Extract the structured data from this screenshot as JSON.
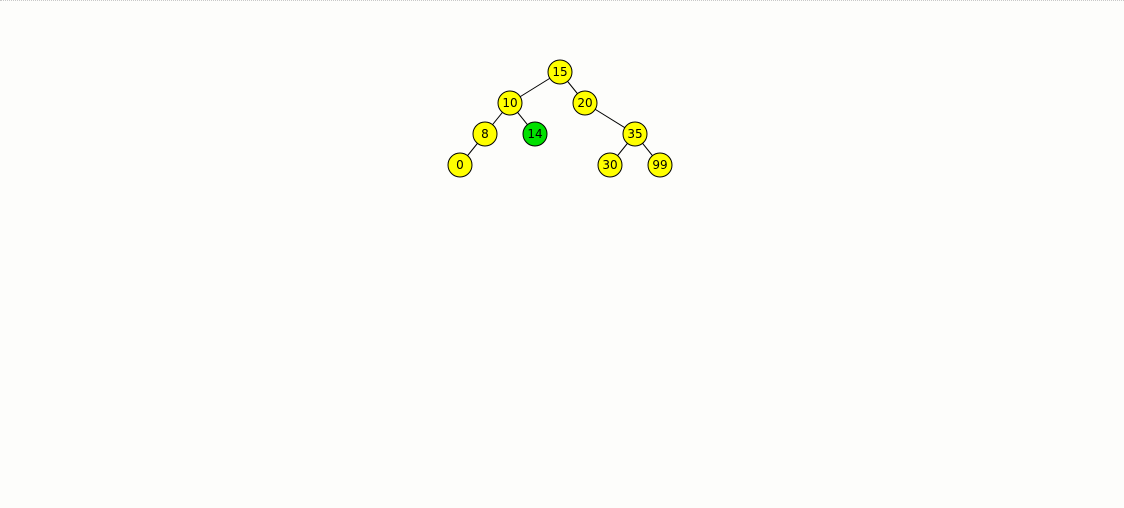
{
  "colors": {
    "background": "#fdfdfb",
    "node_default": "#ffff00",
    "node_highlight": "#00e000",
    "edge": "#000000"
  },
  "tree": {
    "nodes": [
      {
        "id": "n15",
        "label": "15",
        "state": "default"
      },
      {
        "id": "n10",
        "label": "10",
        "state": "default"
      },
      {
        "id": "n20",
        "label": "20",
        "state": "default"
      },
      {
        "id": "n8",
        "label": "8",
        "state": "default"
      },
      {
        "id": "n14",
        "label": "14",
        "state": "highlight"
      },
      {
        "id": "n35",
        "label": "35",
        "state": "default"
      },
      {
        "id": "n0",
        "label": "0",
        "state": "default"
      },
      {
        "id": "n30",
        "label": "30",
        "state": "default"
      },
      {
        "id": "n99",
        "label": "99",
        "state": "default"
      }
    ],
    "edges": [
      {
        "from": "n15",
        "to": "n10"
      },
      {
        "from": "n15",
        "to": "n20"
      },
      {
        "from": "n10",
        "to": "n8"
      },
      {
        "from": "n10",
        "to": "n14"
      },
      {
        "from": "n20",
        "to": "n35"
      },
      {
        "from": "n8",
        "to": "n0"
      },
      {
        "from": "n35",
        "to": "n30"
      },
      {
        "from": "n35",
        "to": "n99"
      }
    ]
  }
}
